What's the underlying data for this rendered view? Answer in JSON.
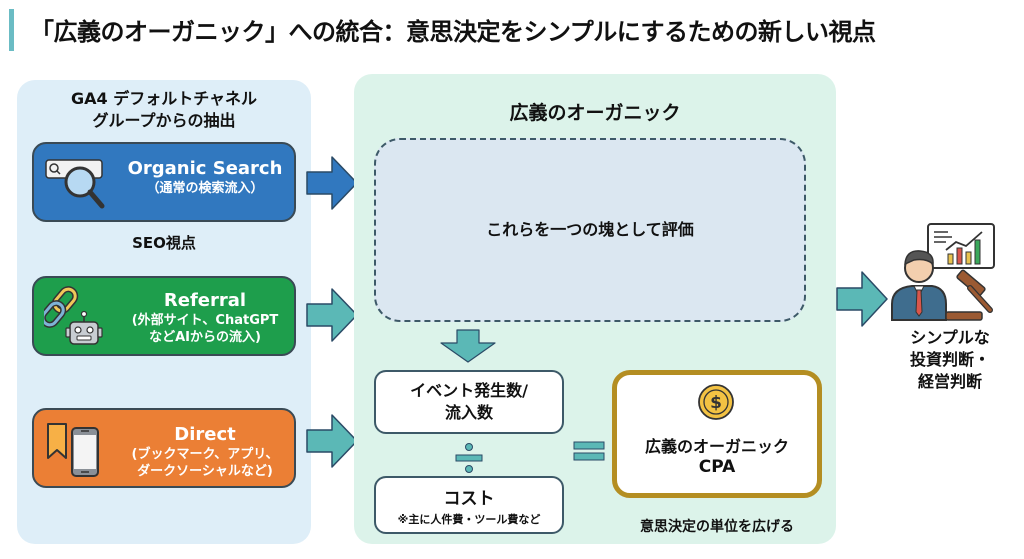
{
  "title": "「広義のオーガニック」への統合：意思決定をシンプルにするための新しい視点",
  "colors": {
    "accent_bar": "#6bbcc4",
    "left_panel_bg": "#deeef8",
    "center_panel_bg": "#dcf3ea",
    "organic": "#3178bf",
    "referral": "#1e9e4c",
    "direct": "#eb7f35",
    "arrow_teal": "#5bb8b6",
    "arrow_blue": "#3178bf",
    "cpa_border": "#b48e22"
  },
  "left_panel": {
    "heading_line1": "GA4 デフォルトチャネル",
    "heading_line2": "グループからの抽出",
    "channels": [
      {
        "label": "Organic Search",
        "sub": "（通常の検索流入）",
        "icon": "search-magnifier-icon"
      },
      {
        "label": "Referral",
        "sub_line1": "(外部サイト、ChatGPT",
        "sub_line2": "などAIからの流入)",
        "icon": "chain-link-robot-icon"
      },
      {
        "label": "Direct",
        "sub_line1": "(ブックマーク、アプリ、",
        "sub_line2": "ダークソーシャルなど)",
        "icon": "bookmark-smartphone-icon"
      }
    ],
    "seo_label": "SEO視点"
  },
  "center_panel": {
    "heading": "広義のオーガニック",
    "group_text": "これらを一つの塊として評価",
    "event_line1": "イベント発生数/",
    "event_line2": "流入数",
    "divide_symbol": "÷",
    "cost_main": "コスト",
    "cost_note": "※主に人件費・ツール費など",
    "equals_symbol": "=",
    "cpa_line1": "広義のオーガニック",
    "cpa_line2": "CPA",
    "caption": "意思決定の単位を広げる"
  },
  "outcome": {
    "line1": "シンプルな",
    "line2": "投資判断・",
    "line3": "経営判断",
    "icon": "businessman-chart-gavel-icon"
  }
}
